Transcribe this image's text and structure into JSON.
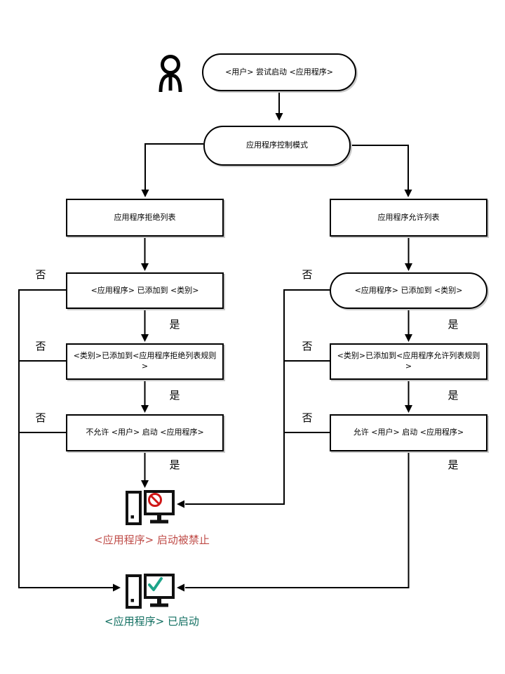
{
  "flowchart": {
    "nodes": {
      "start": "<用户> 尝试启动 <应用程序>",
      "mode": "应用程序控制模式",
      "denylist": "应用程序拒绝列表",
      "allowlist": "应用程序允许列表",
      "deny_category": "<应用程序> 已添加到 <类别>",
      "allow_category": "<应用程序> 已添加到 <类别>",
      "deny_rule": "<类别>已添加到<应用程序拒绝列表规则>",
      "allow_rule": "<类别>已添加到<应用程序允许列表规则>",
      "deny_start": "不允许 <用户> 启动 <应用程序>",
      "allow_start": "允许 <用户> 启动 <应用程序>"
    },
    "labels": {
      "yes": "是",
      "no": "否"
    },
    "outcomes": {
      "blocked": "<应用程序> 启动被禁止",
      "started": "<应用程序> 已启动"
    },
    "icons": {
      "user": "person-icon",
      "blocked": "computer-with-prohibition-icon",
      "started": "computer-with-checkmark-icon"
    },
    "colors": {
      "line": "#000000",
      "blocked_text": "#bf4b47",
      "started_text": "#106e60",
      "prohibit": "#cf1717",
      "check": "#1da489"
    }
  }
}
